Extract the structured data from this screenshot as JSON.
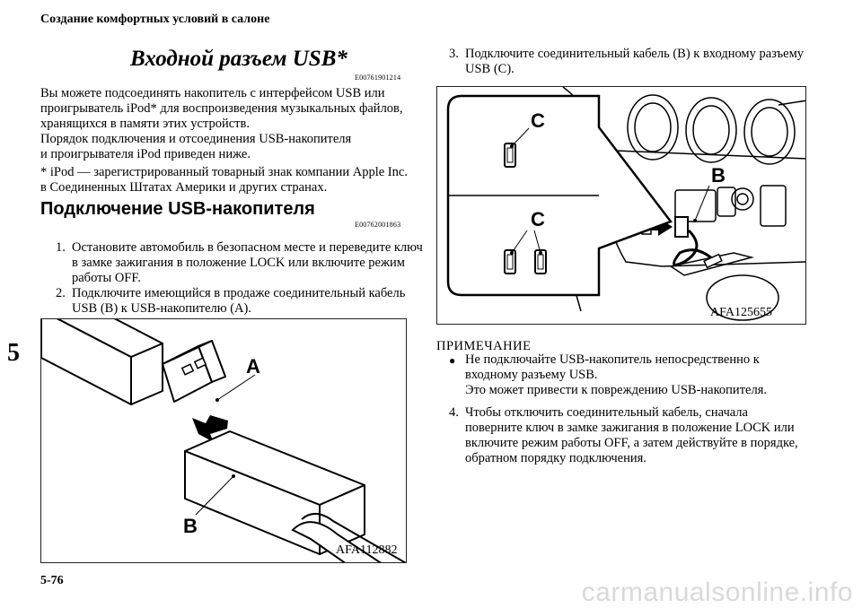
{
  "header": {
    "section": "Создание комфортных условий в салоне"
  },
  "chapter_tab": "5",
  "page_number": "5-76",
  "title": "Входной разъем USB*",
  "code1": "E00761901214",
  "intro": {
    "line1": "Вы можете подсоединять накопитель с интерфейсом USB или",
    "line2": "проигрыватель iPod* для воспроизведения музыкальных файлов,",
    "line3": "хранящихся в памяти этих устройств.",
    "line4": "Порядок подключения и отсоединения USB-накопителя",
    "line5": "и проигрывателя iPod приведен ниже."
  },
  "footnote": {
    "line1": "* iPod — зарегистрированный товарный знак компании Apple Inc.",
    "line2": "в Соединенных Штатах Америки и других странах."
  },
  "section_title": "Подключение USB-накопителя",
  "code2": "E00762001863",
  "steps": [
    {
      "num": "1.",
      "text": "Остановите автомобиль в безопасном месте и переведите ключ в замке зажигания в положение LOCK или включите режим работы OFF."
    },
    {
      "num": "2.",
      "text": "Подключите имеющийся в продаже соединительный кабель USB (B) к USB-накопителю (A)."
    }
  ],
  "figure1": {
    "label_a": "A",
    "label_b": "B",
    "id": "AFA112882"
  },
  "step3": {
    "num": "3.",
    "text": "Подключите соединительный кабель (B) к входному разъему USB (C)."
  },
  "figure2": {
    "label_c1": "C",
    "label_c2": "C",
    "label_b": "B",
    "id": "AFA125655"
  },
  "note": {
    "title": "ПРИМЕЧАНИЕ",
    "bullet": "●",
    "text1": "Не подключайте USB-накопитель непосредственно к входному разъему USB.",
    "text2": "Это может привести к повреждению USB-накопителя."
  },
  "step4": {
    "num": "4.",
    "text": "Чтобы отключить соединительный кабель, сначала поверните ключ в замке зажигания в положение LOCK или включите режим работы OFF, а затем действуйте в порядке, обратном порядку подключения."
  },
  "watermark": "carmanualsonline.info"
}
